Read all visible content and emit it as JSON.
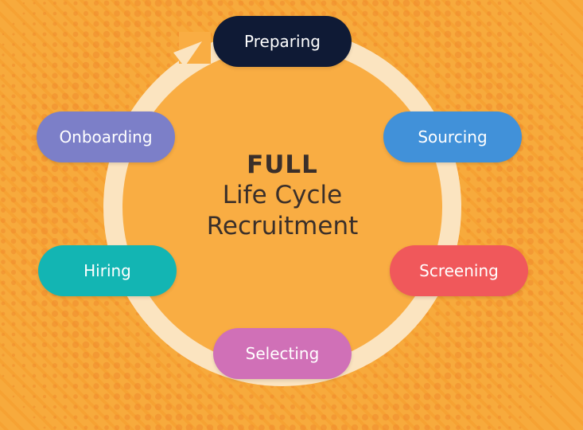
{
  "colors": {
    "background": "#f7aa3c",
    "dots": "#f08a2e",
    "ring": "#fbe4c0",
    "center_circle": "#f9ad43",
    "center_text": "#3a2f2a"
  },
  "center": {
    "line1": "FULL",
    "line2": "Life Cycle",
    "line3": "Recruitment"
  },
  "stages": [
    {
      "key": "preparing",
      "label": "Preparing",
      "color": "#0f1a35"
    },
    {
      "key": "sourcing",
      "label": "Sourcing",
      "color": "#4191d9"
    },
    {
      "key": "screening",
      "label": "Screening",
      "color": "#f0585b"
    },
    {
      "key": "selecting",
      "label": "Selecting",
      "color": "#d070b7"
    },
    {
      "key": "hiring",
      "label": "Hiring",
      "color": "#13b5b3"
    },
    {
      "key": "onboarding",
      "label": "Onboarding",
      "color": "#7c7fc8"
    }
  ],
  "arrow_icon": "arrow-head-icon"
}
